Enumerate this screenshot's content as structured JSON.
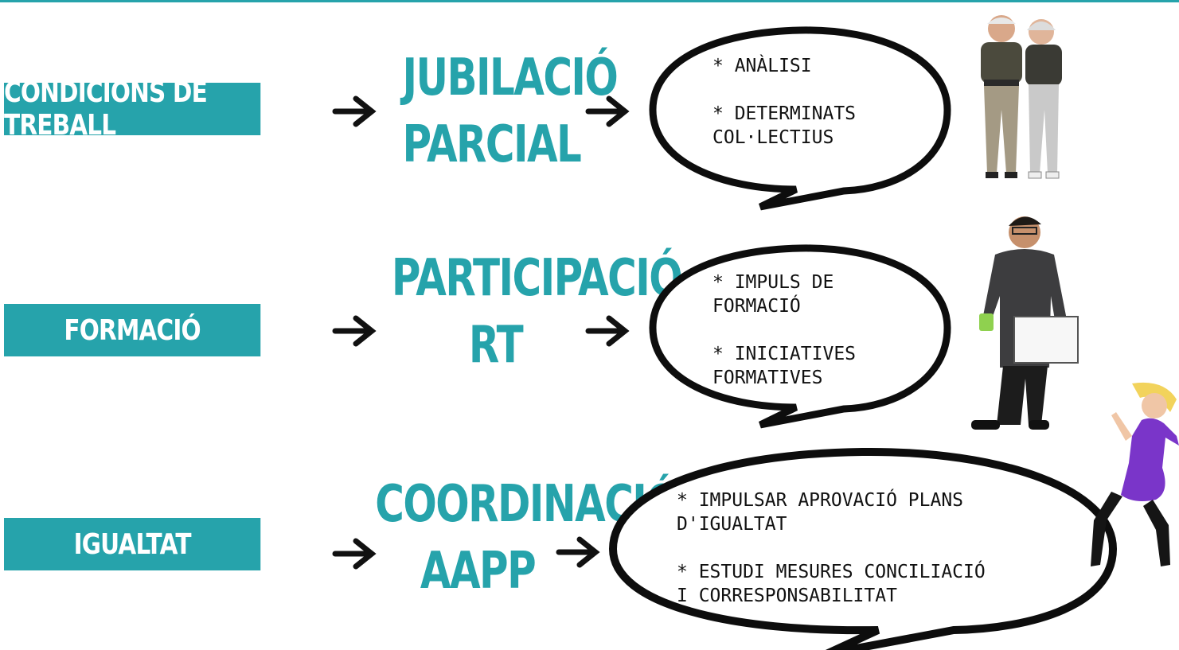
{
  "colors": {
    "accent": "#26a3ab",
    "arrow": "#111111",
    "outline": "#0d0d0d"
  },
  "rows": [
    {
      "label": "CONDICIONS DE TREBALL",
      "concept_line1": "JUBILACIÓ",
      "concept_line2": "PARCIAL",
      "bubble_items": [
        {
          "line1": "* ANÀLISI",
          "line2": ""
        },
        {
          "line1": "* DETERMINATS",
          "line2": "COL·LECTIUS"
        }
      ],
      "figure": "elderly-couple-figure"
    },
    {
      "label": "FORMACIÓ",
      "concept_line1": "PARTICIPACIÓ",
      "concept_line2": "RT",
      "bubble_items": [
        {
          "line1": "* IMPULS DE",
          "line2": "FORMACIÓ"
        },
        {
          "line1": "* INICIATIVES",
          "line2": "FORMATIVES"
        }
      ],
      "figure": "young-man-figure"
    },
    {
      "label": "IGUALTAT",
      "concept_line1": "COORDINACIÓ",
      "concept_line2": "AAPP",
      "bubble_items": [
        {
          "line1": "* IMPULSAR APROVACIÓ PLANS",
          "line2": "D'IGUALTAT"
        },
        {
          "line1": "* ESTUDI MESURES CONCILIACIÓ",
          "line2": "I CORRESPONSABILITAT"
        }
      ],
      "figure": "dancing-woman-figure"
    }
  ]
}
